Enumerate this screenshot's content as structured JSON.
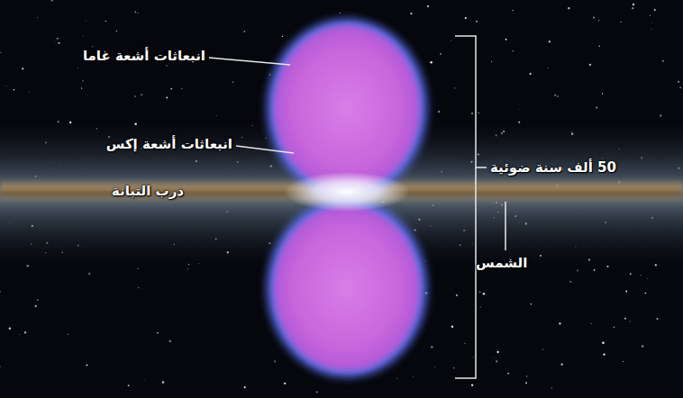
{
  "diagram": {
    "labels": [
      "انبعاثات أشعة غاما",
      "انبعاثات أشعة إكس",
      "50 ألف سنة ضوئية",
      "درب التبانة",
      "الشمس"
    ]
  }
}
